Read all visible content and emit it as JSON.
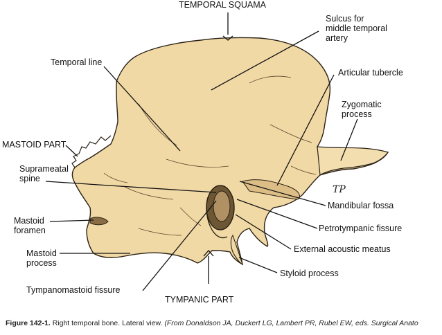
{
  "labels": {
    "temporal_squama": "TEMPORAL SQUAMA",
    "sulcus": [
      "Sulcus for",
      "middle temporal",
      "artery"
    ],
    "temporal_line": "Temporal line",
    "articular_tubercle": "Articular tubercle",
    "zygomatic": [
      "Zygomatic",
      "process"
    ],
    "mastoid_part": "MASTOID PART",
    "suprameatal": [
      "Suprameatal",
      "spine"
    ],
    "mandibular_fossa": "Mandibular fossa",
    "mastoid_foramen": [
      "Mastoid",
      "foramen"
    ],
    "petrotympanic": "Petrotympanic fissure",
    "mastoid_process": [
      "Mastoid",
      "process"
    ],
    "external_acoustic": "External acoustic meatus",
    "styloid": "Styloid process",
    "tympanomastoid": "Tympanomastoid fissure",
    "tympanic_part": "TYMPANIC PART"
  },
  "artist_initials": "TP",
  "caption": {
    "figure": "Figure 142-1.",
    "text": "Right temporal bone. Lateral view.",
    "source": "(From Donaldson JA, Duckert LG, Lambert PR, Rubel EW, eds. Surgical Anato"
  },
  "colors": {
    "bone": "#f1d9a6",
    "outline": "#2a2116",
    "label": "#111111"
  }
}
